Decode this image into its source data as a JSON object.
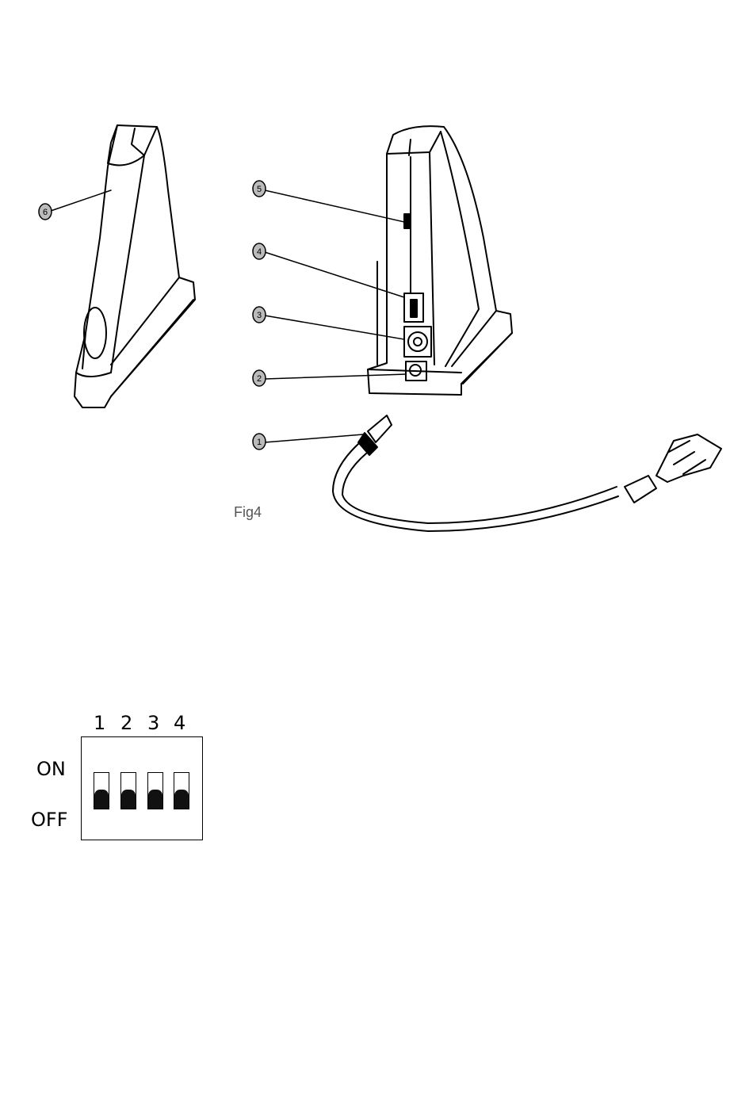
{
  "figure": {
    "caption": "Fig4",
    "callouts": [
      "1",
      "2",
      "3",
      "4",
      "5",
      "6"
    ]
  },
  "dip": {
    "columns": [
      "1",
      "2",
      "3",
      "4"
    ],
    "on_label": "ON",
    "off_label": "OFF",
    "switch_states": [
      0,
      0,
      0,
      0
    ]
  }
}
